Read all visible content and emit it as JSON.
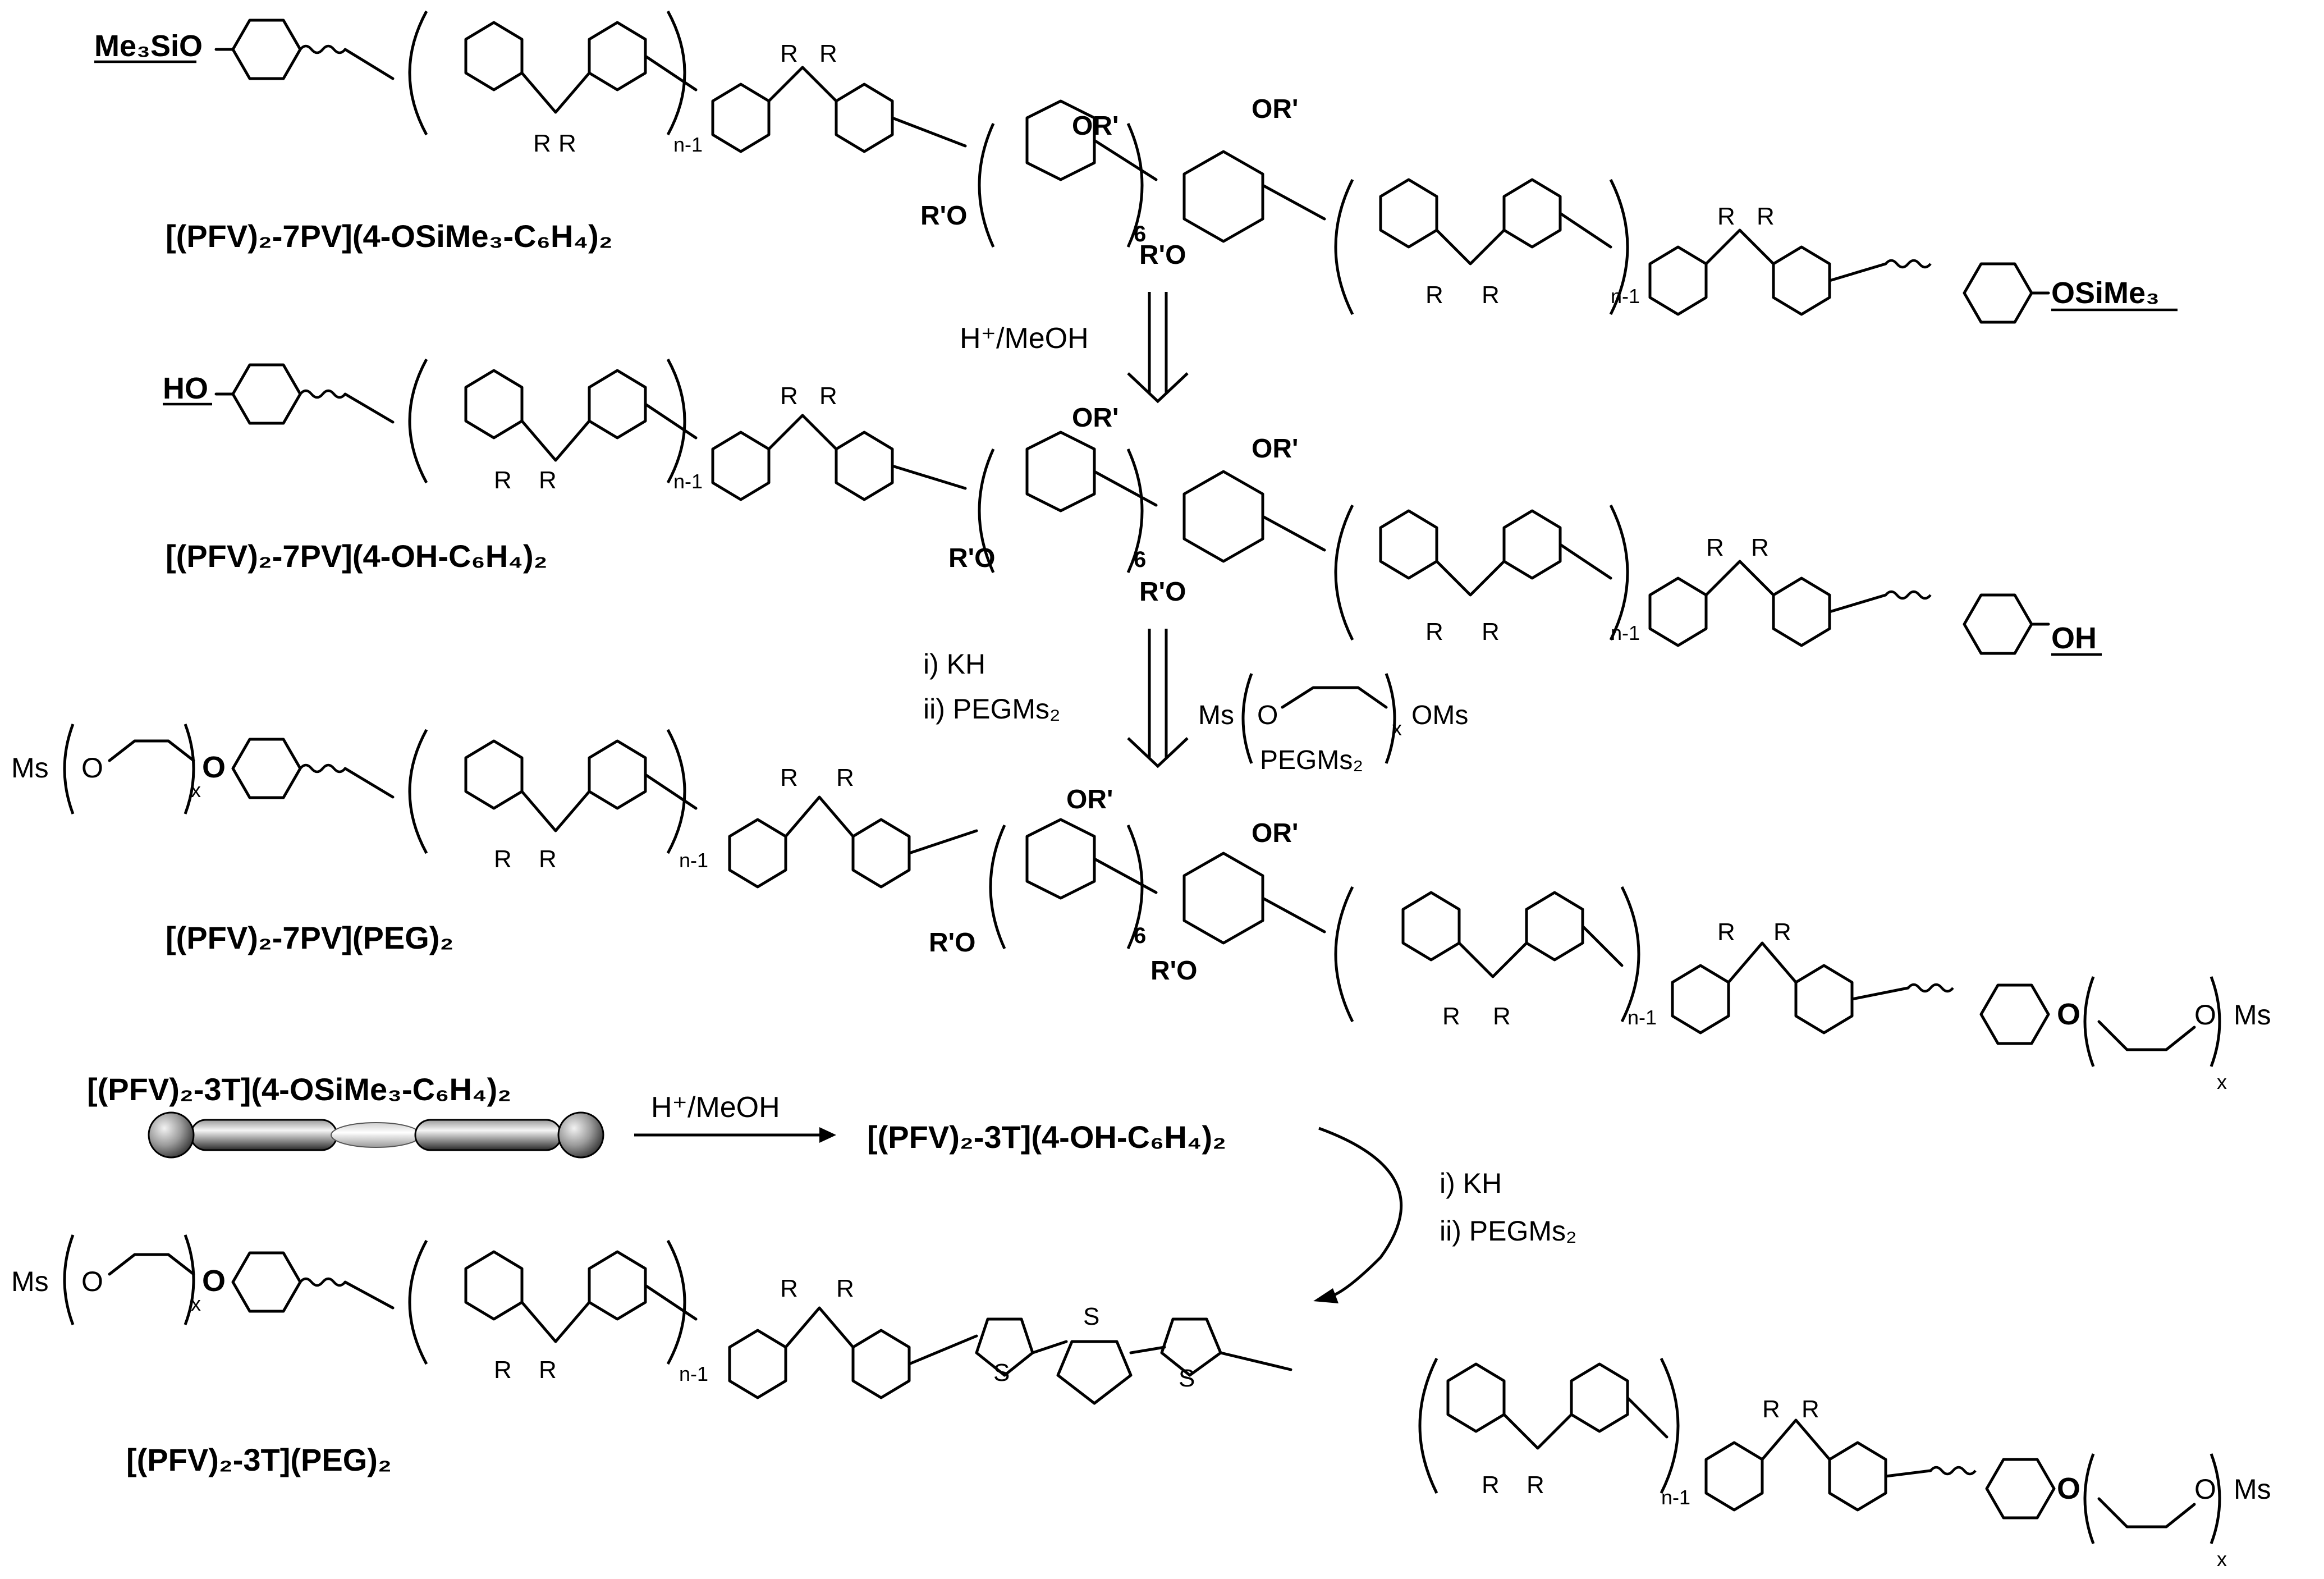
{
  "compounds": {
    "c1_label": "[(PFV)₂-7PV](4-OSiMe₃-C₆H₄)₂",
    "c2_label": "[(PFV)₂-7PV](4-OH-C₆H₄)₂",
    "c3_label": "[(PFV)₂-7PV](PEG)₂",
    "c4_label": "[(PFV)₂-3T](4-OSiMe₃-C₆H₄)₂",
    "c5_label": "[(PFV)₂-3T](4-OH-C₆H₄)₂",
    "c6_label": "[(PFV)₂-3T](PEG)₂"
  },
  "end_groups": {
    "me3sio": "Me₃SiO",
    "osime3": "OSiMe₃",
    "ho": "HO",
    "oh": "OH",
    "ms": "Ms",
    "o": "O",
    "x": "x"
  },
  "substituents": {
    "r": "R",
    "or_prime": "OR'",
    "r_prime_o": "R'O",
    "n_minus_1": "n-1",
    "six": "6",
    "s": "S"
  },
  "reagents": {
    "step1": "H⁺/MeOH",
    "step2_i": "i) KH",
    "step2_ii": "ii) PEGMs₂",
    "pegms2_formula_ms_left": "Ms",
    "pegms2_formula_o": "O",
    "pegms2_formula_x": "x",
    "pegms2_formula_oms": "OMs",
    "pegms2_name": "PEGMs₂",
    "step3": "H⁺/MeOH",
    "step4_i": "i) KH",
    "step4_ii": "ii) PEGMs₂"
  },
  "colors": {
    "ink": "#000000",
    "sphere_light": "#f2f2f2",
    "sphere_dark": "#5a5a5a",
    "rod_dark": "#3c3c3c",
    "rod_light": "#f0f0f0"
  }
}
